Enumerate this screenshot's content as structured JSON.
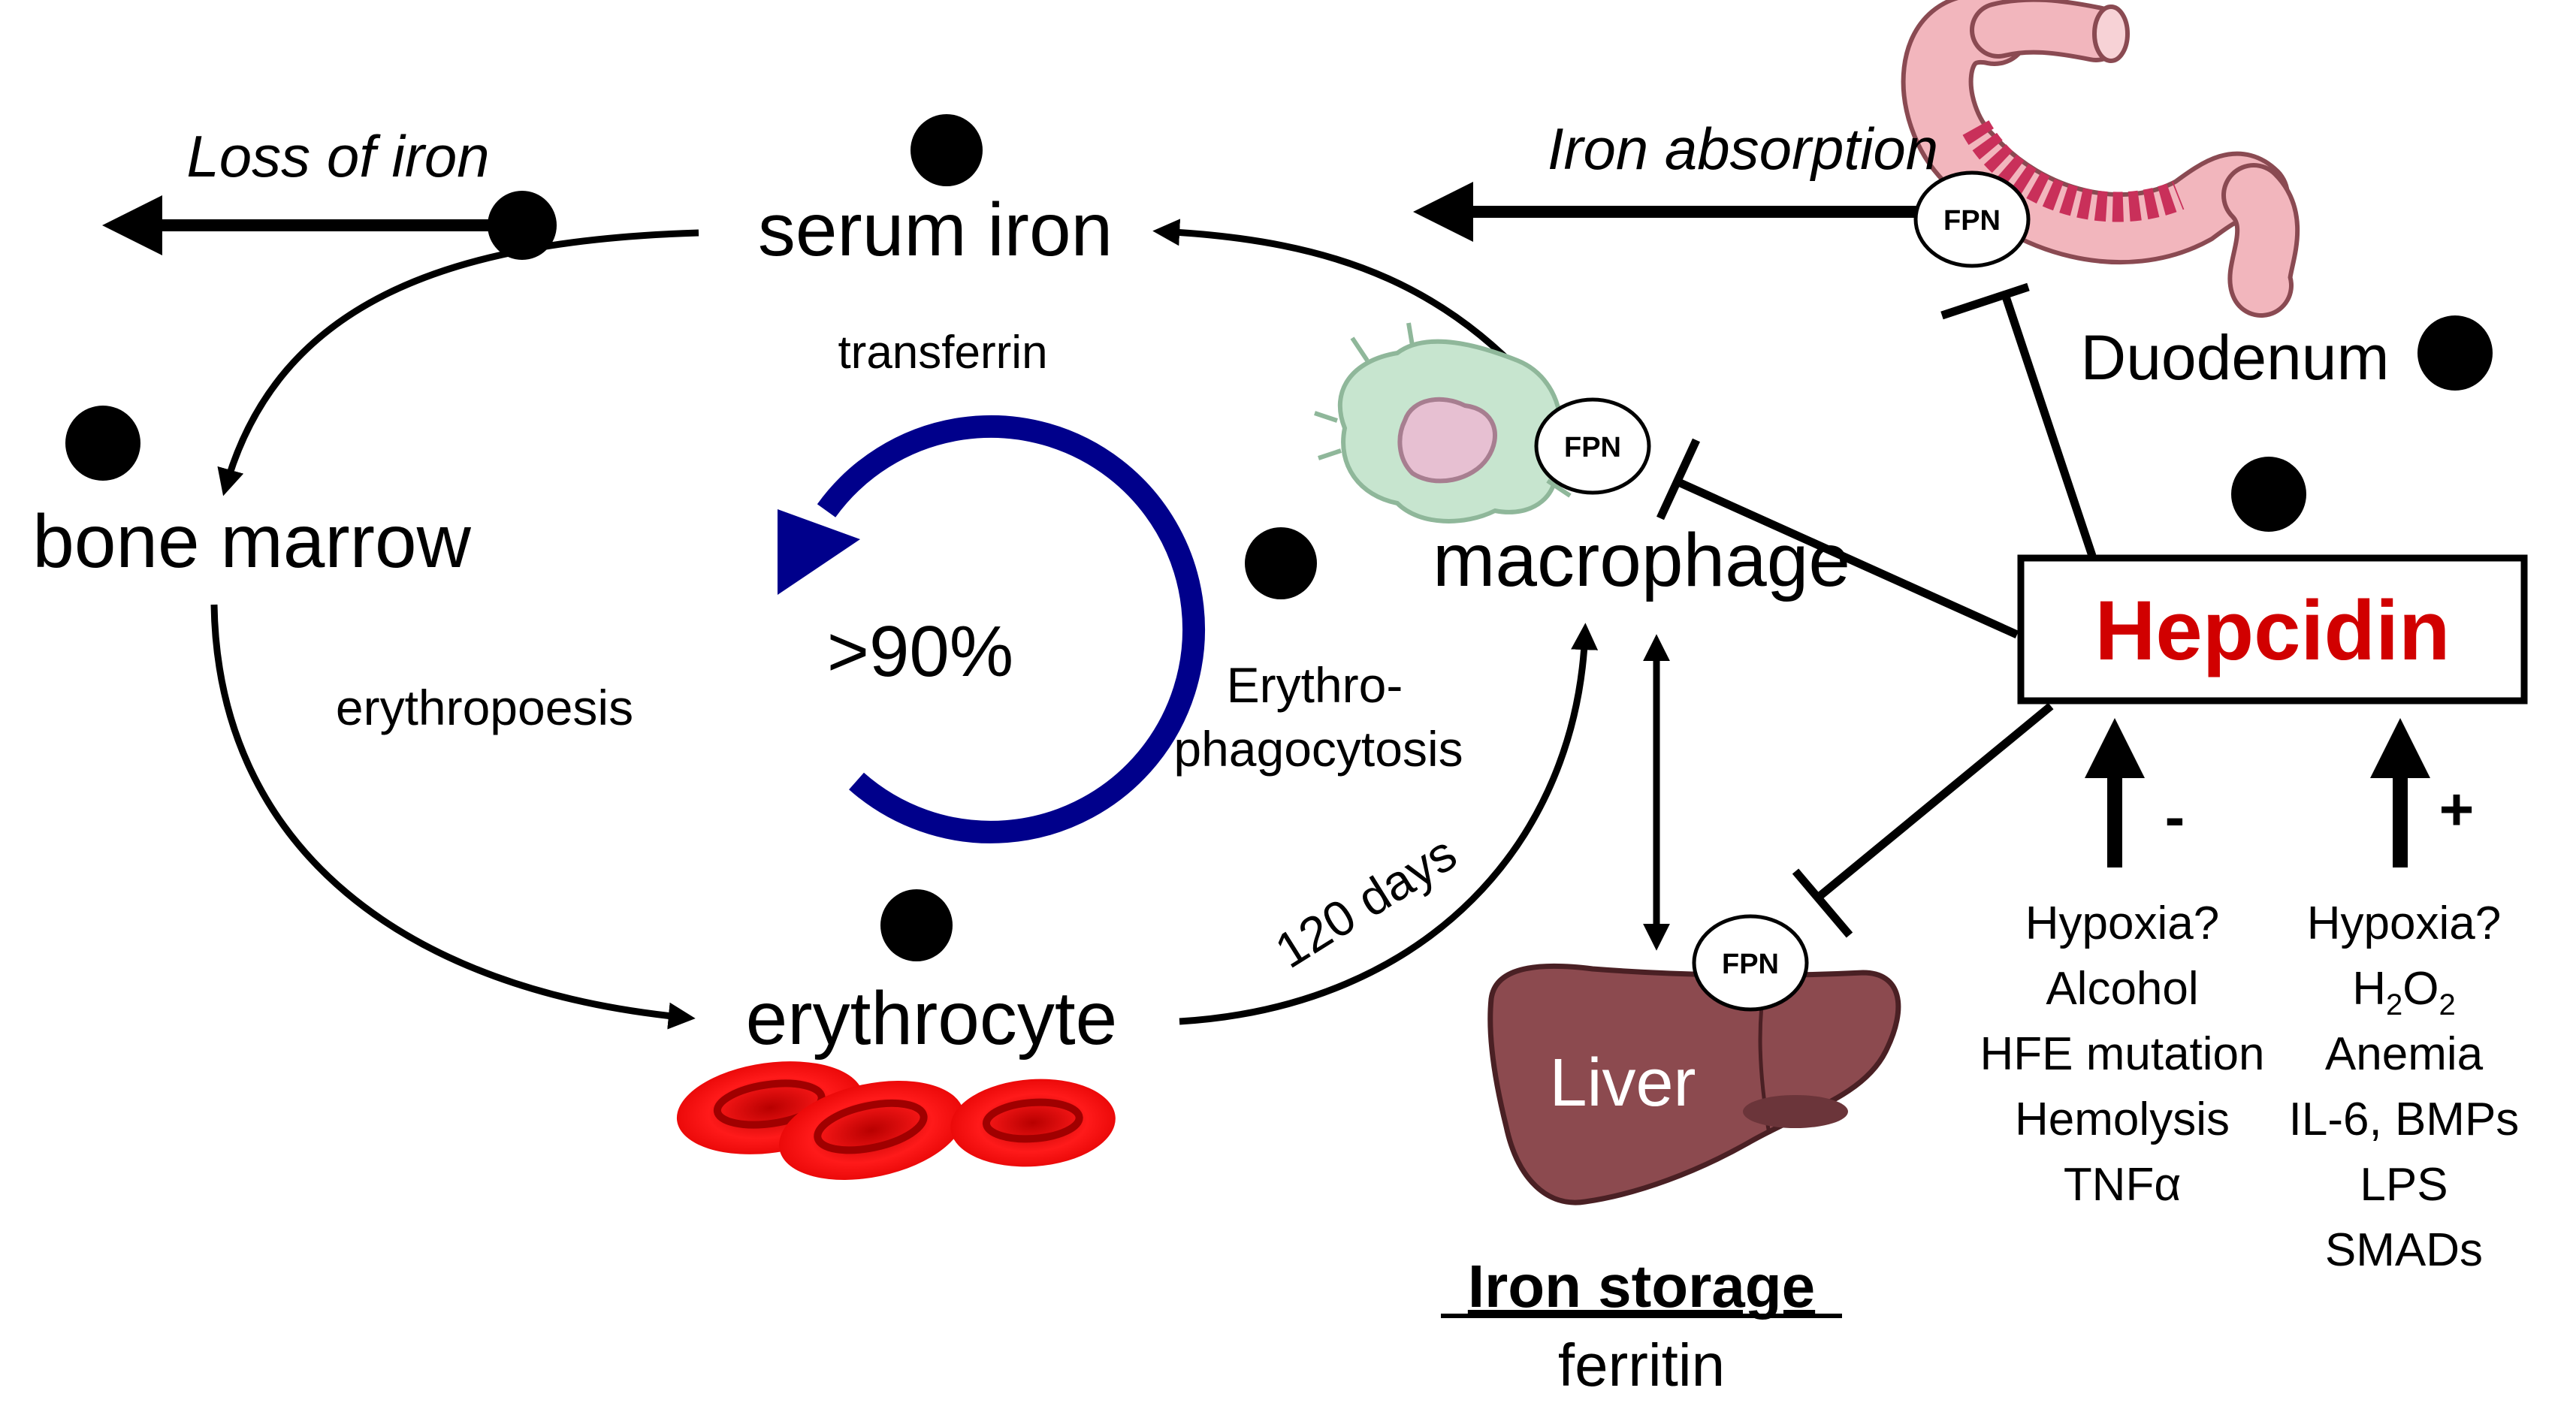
{
  "loss_of_iron": "Loss of iron",
  "iron_absorption": "Iron absorption",
  "serum_iron": "serum iron",
  "transferrin": "transferrin",
  "bone_marrow": "bone marrow",
  "erythropoesis": "erythropoesis",
  "recycling_percent": ">90%",
  "erythrocyte": "erythrocyte",
  "days_120": "120 days",
  "erythrophagocytosis_1": "Erythro-",
  "erythrophagocytosis_2": "phagocytosis",
  "macrophage": "macrophage",
  "duodenum": "Duodenum",
  "hepcidin": "Hepcidin",
  "fpn": "FPN",
  "liver": "Liver",
  "iron_storage": "Iron storage",
  "ferritin": "ferritin",
  "minus_sign": "-",
  "plus_sign": "+",
  "negative_regulators": [
    "Hypoxia?",
    "Alcohol",
    "HFE mutation",
    "Hemolysis",
    "TNFα"
  ],
  "positive_regulators": {
    "hypoxia": "Hypoxia?",
    "h2o2_main": "H",
    "h2o2_sub1": "2",
    "h2o2_mid": "O",
    "h2o2_sub2": "2",
    "rest": [
      "Anemia",
      "IL-6, BMPs",
      "LPS",
      "SMADs"
    ]
  },
  "colors": {
    "hepcidin_text": "#d10000",
    "recycle_arrow": "#00008b",
    "rbc": "#ff0000",
    "liver": "#8c4a4f",
    "macrophage_body": "#c7e5cf",
    "macrophage_nucleus": "#e7c0d2",
    "duodenum": "#f2b6bd"
  }
}
